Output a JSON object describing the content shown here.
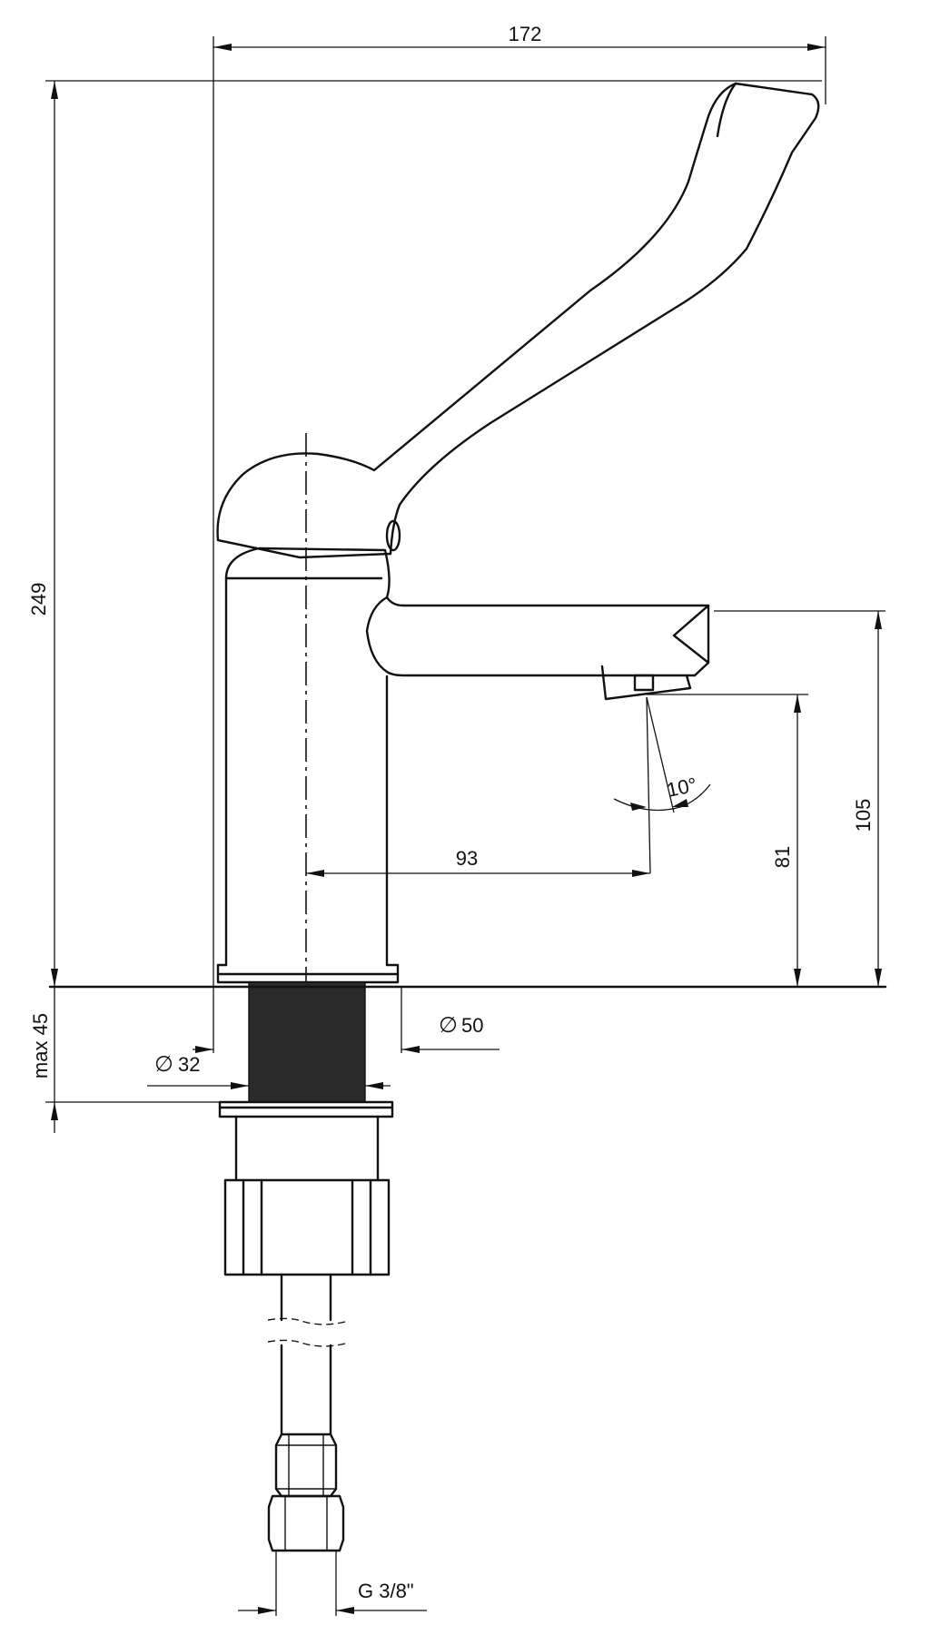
{
  "dimensions": {
    "overall_width": "172",
    "overall_height": "249",
    "spout_height": "105",
    "outlet_height": "81",
    "spout_reach": "93",
    "spray_angle": "10°",
    "base_diameter_symbol": "∅",
    "base_diameter": "50",
    "shank_diameter_symbol": "∅",
    "shank_diameter": "32",
    "mounting_thickness": "max 45",
    "connection_thread": "G 3/8\""
  }
}
